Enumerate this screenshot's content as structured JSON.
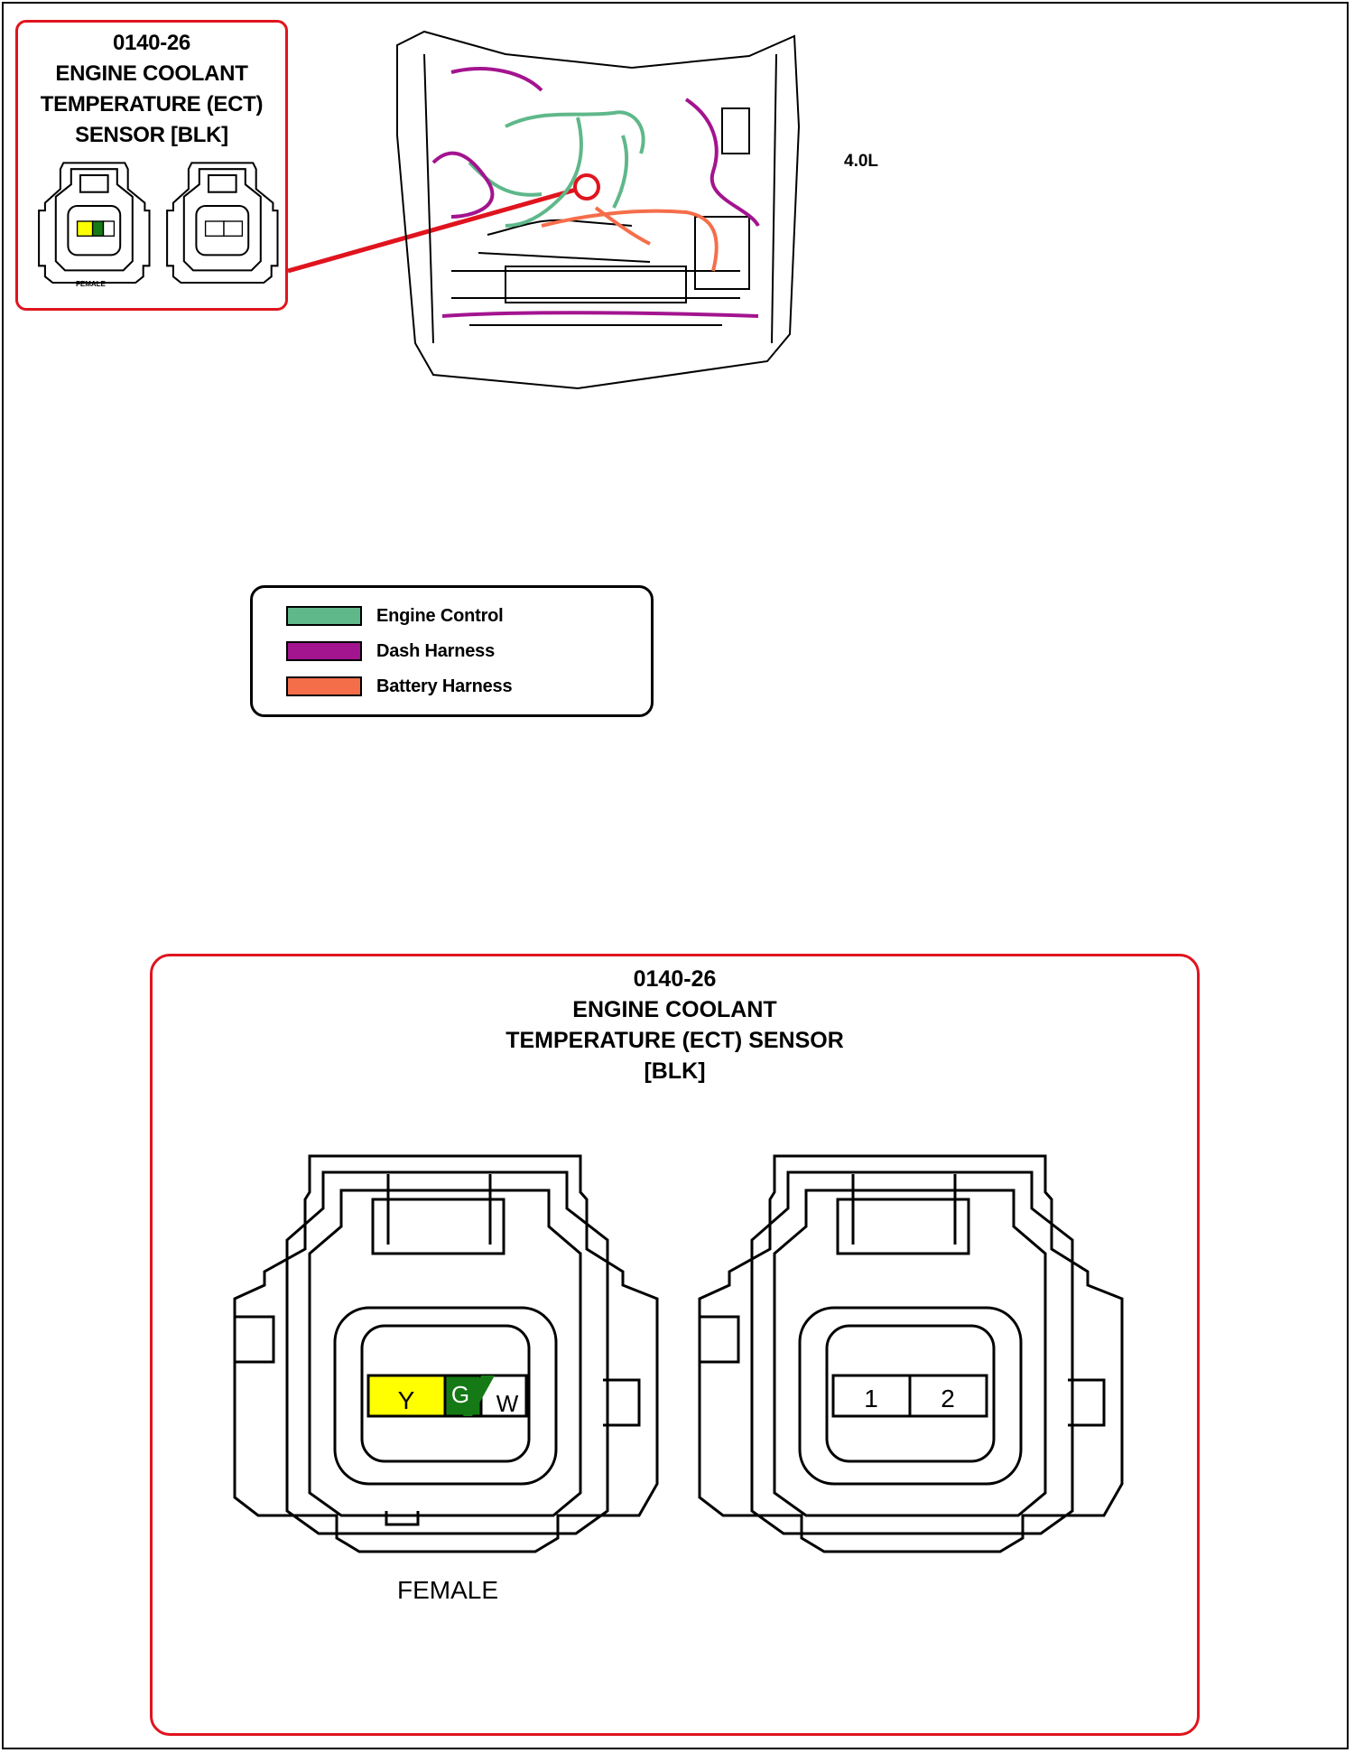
{
  "connector": {
    "id": "0140-26",
    "name_line1": "ENGINE COOLANT",
    "name_line2_small": "TEMPERATURE (ECT)",
    "name_line3_small": "SENSOR [BLK]",
    "name_line2_large": "TEMPERATURE (ECT) SENSOR",
    "name_line3_large": "[BLK]",
    "gender_label": "FEMALE",
    "female_pins": [
      {
        "label": "Y",
        "color": "#ffff00"
      },
      {
        "label": "G",
        "color": "#157a15"
      },
      {
        "label": "W",
        "color": "#ffffff"
      }
    ],
    "pin_numbers": [
      "1",
      "2"
    ]
  },
  "engine": {
    "label": "4.0L"
  },
  "legend": [
    {
      "label": "Engine Control",
      "color": "#5fb88a"
    },
    {
      "label": "Dash Harness",
      "color": "#a3148f"
    },
    {
      "label": "Battery Harness",
      "color": "#f56e4a"
    }
  ],
  "highlight_color": "#e0141e"
}
